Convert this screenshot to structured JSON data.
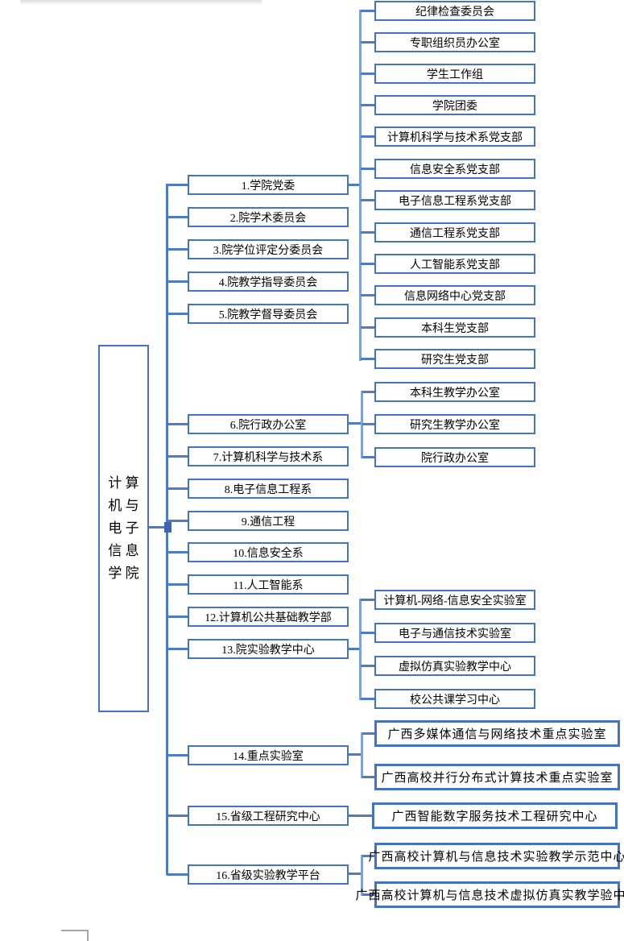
{
  "accent_color": "#4472C4",
  "line_color": "#4f7ac6",
  "root": {
    "label": "计算机与电子信息学院",
    "lines": [
      "计 算",
      "机 与",
      "电 子",
      "信 息",
      "学 院"
    ]
  },
  "mid_nodes": [
    "1.学院党委",
    "2.院学术委员会",
    "3.院学位评定分委员会",
    "4.院教学指导委员会",
    "5.院教学督导委员会",
    "6.院行政办公室",
    "7.计算机科学与技术系",
    "8.电子信息工程系",
    "9.通信工程",
    "10.信息安全系",
    "11.人工智能系",
    "12.计算机公共基础教学部",
    "13.院实验教学中心",
    "14.重点实验室",
    "15.省级工程研究中心",
    "16.省级实验教学平台"
  ],
  "party_children": [
    "纪律检查委员会",
    "专职组织员办公室",
    "学生工作组",
    "学院团委",
    "计算机科学与技术系党支部",
    "信息安全系党支部",
    "电子信息工程系党支部",
    "通信工程系党支部",
    "人工智能系党支部",
    "信息网络中心党支部",
    "本科生党支部",
    "研究生党支部"
  ],
  "admin_children": [
    "本科生教学办公室",
    "研究生教学办公室",
    "院行政办公室"
  ],
  "exp_center_children": [
    "计算机-网络-信息安全实验室",
    "电子与通信技术实验室",
    "虚拟仿真实验教学中心",
    "校公共课学习中心"
  ],
  "key_lab_children": [
    "广西多媒体通信与网络技术重点实验室",
    "广西高校并行分布式计算技术重点实验室"
  ],
  "eng_center_children": [
    "广西智能数字服务技术工程研究中心"
  ],
  "teach_platform_children": [
    "广西高校计算机与信息技术实验教学示范中心",
    "广西高校计算机与信息技术虚拟仿真实教学验中心"
  ]
}
